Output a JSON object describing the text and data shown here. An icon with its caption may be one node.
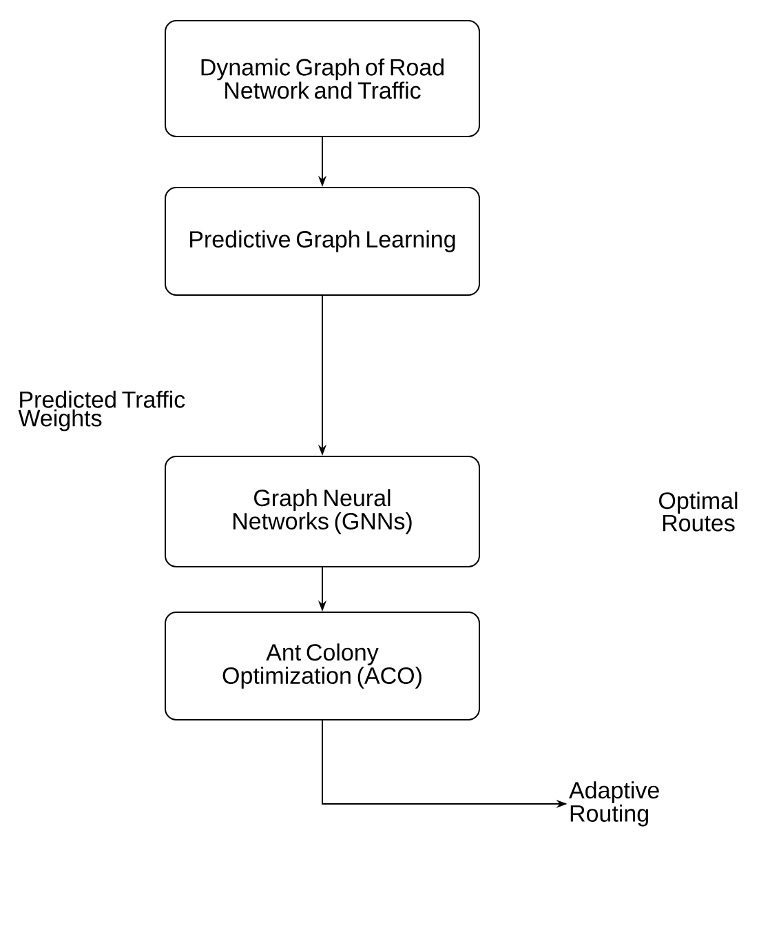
{
  "diagram": {
    "nodes": [
      {
        "text": [
          "Dynamic Graph of Road Network and Traffic"
        ]
      },
      {
        "text": [
          "Predictive Graph Learning"
        ]
      },
      {
        "text": [
          "Graph Neural Networks (GNNs)"
        ]
      },
      {
        "text": [
          "Ant Colony Optimization (ACO)"
        ]
      },
      {
        "text": [
          "Adaptive Routing"
        ]
      }
    ],
    "edges": [
      {
        "from": 0,
        "to": 1,
        "arrow": "to"
      },
      {
        "from": 1,
        "to": 2,
        "arrow": "to"
      },
      {
        "from": 2,
        "to": 3,
        "arrow": "to"
      },
      {
        "from": 3,
        "to": 4,
        "arrow": "to"
      }
    ],
    "labels": [
      "Predicted Traffic Weights",
      "Optimal Routes"
    ]
  }
}
